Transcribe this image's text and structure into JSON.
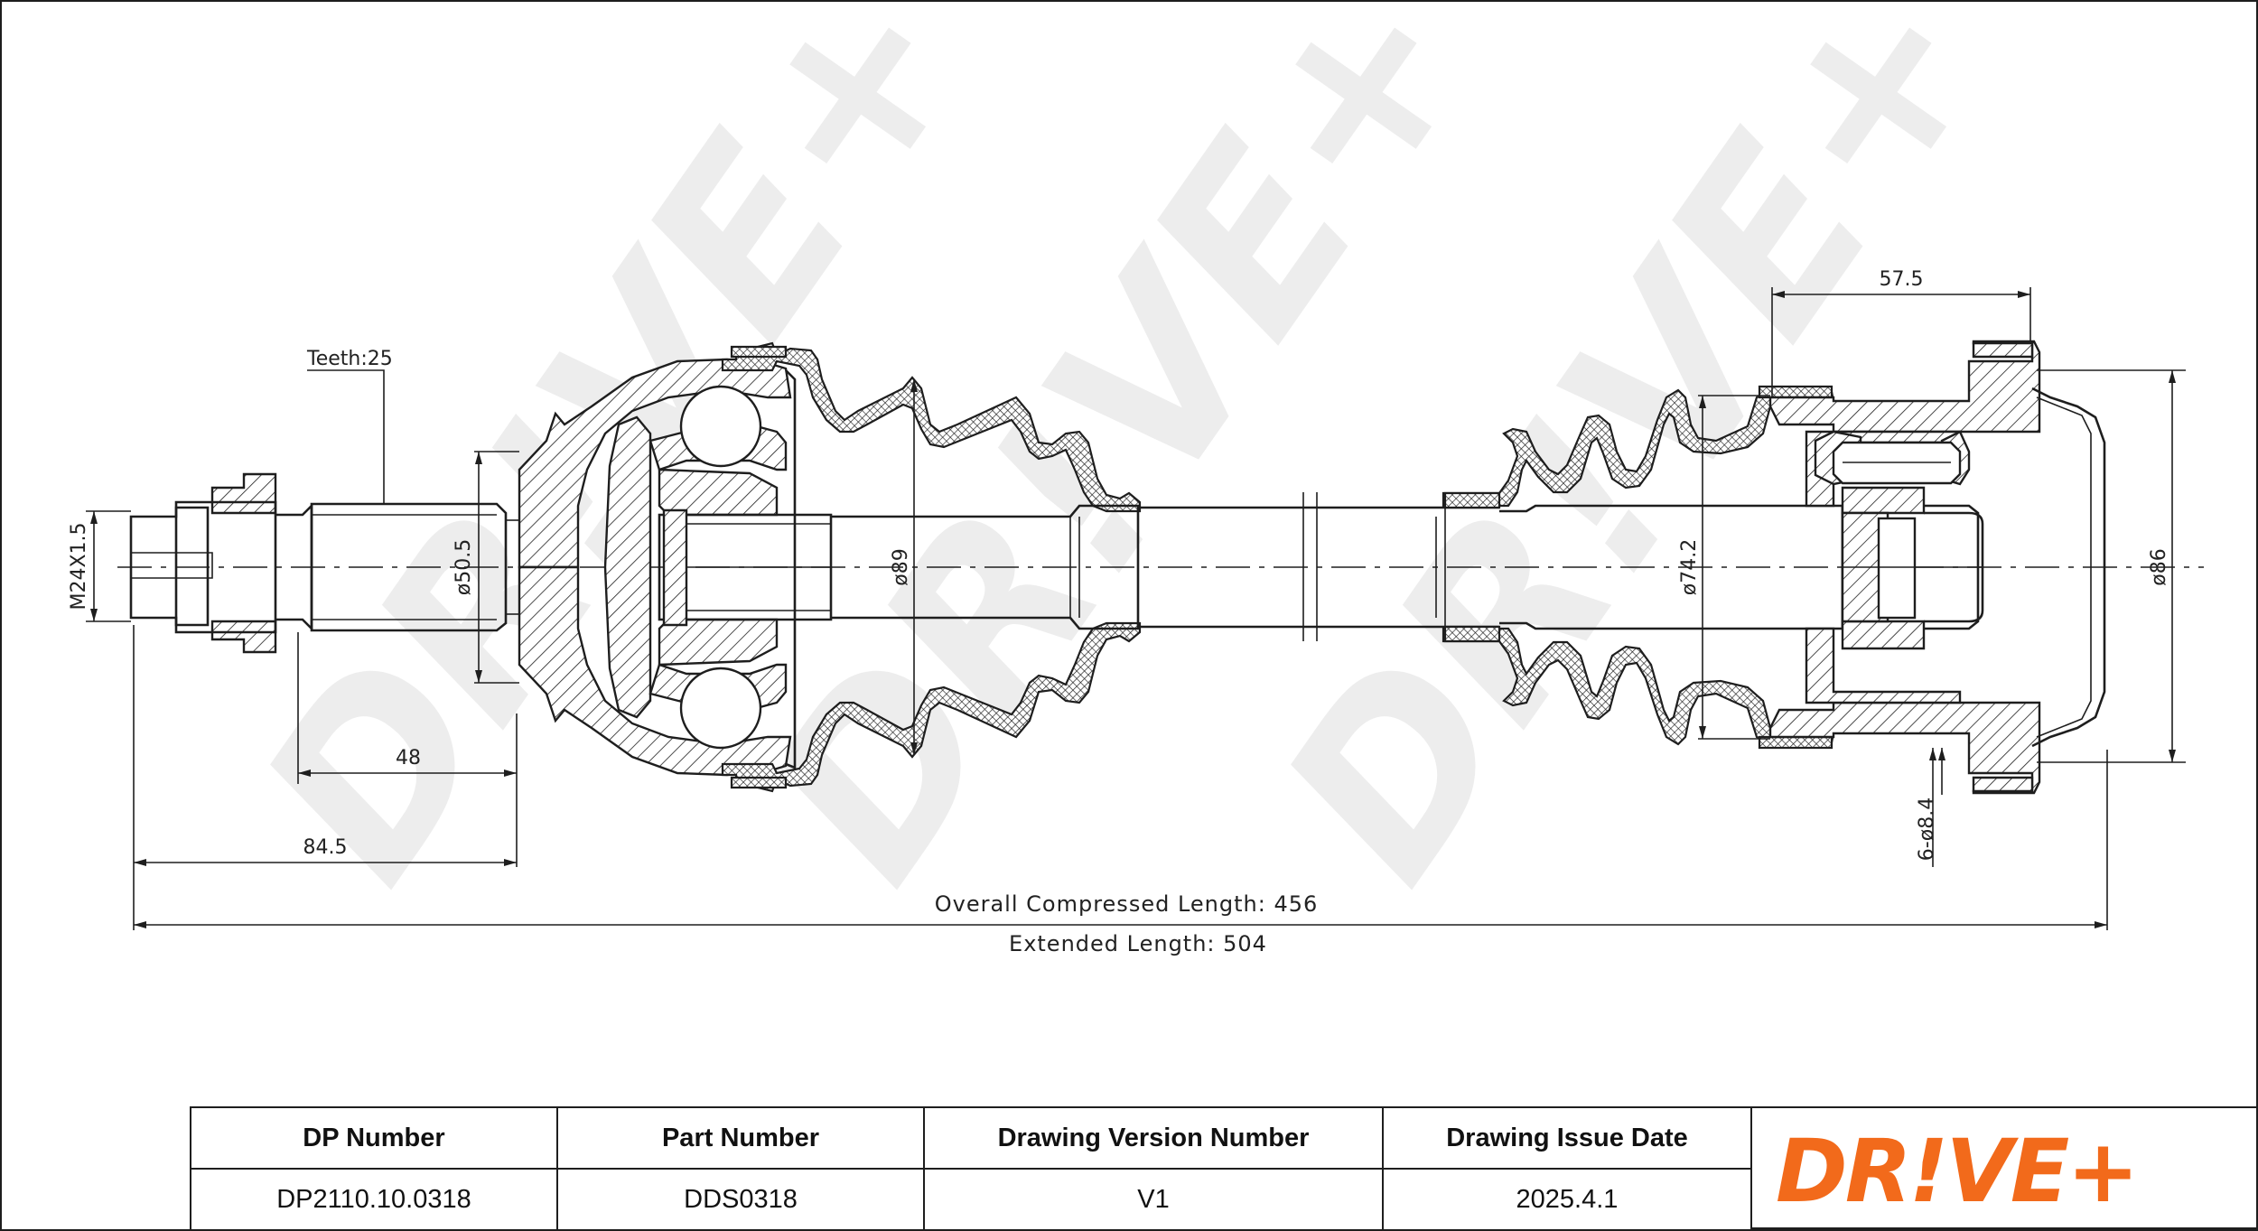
{
  "drawing": {
    "teeth_label": "Teeth:25",
    "thread_label": "M24X1.5",
    "dims": {
      "spline_dia": "ø50.5",
      "boot_dia_outer": "ø89",
      "boot_dia_inner": "ø74.2",
      "flange_dia": "ø86",
      "holes": "6-ø8.4",
      "spline_length": "48",
      "stub_length": "84.5",
      "flange_offset": "57.5"
    },
    "overall_length_label": "Overall Compressed Length: 456",
    "extended_length_label": "Extended Length: 504"
  },
  "title_block": {
    "headers": [
      "DP Number",
      "Part Number",
      "Drawing Version Number",
      "Drawing Issue Date"
    ],
    "values": [
      "DP2110.10.0318",
      "DDS0318",
      "V1",
      "2025.4.1"
    ],
    "brand": "DR!VE+"
  },
  "colors": {
    "brand_orange": "#f26a1b",
    "line": "#1e1e1e",
    "watermark": "#e8e8e8"
  }
}
